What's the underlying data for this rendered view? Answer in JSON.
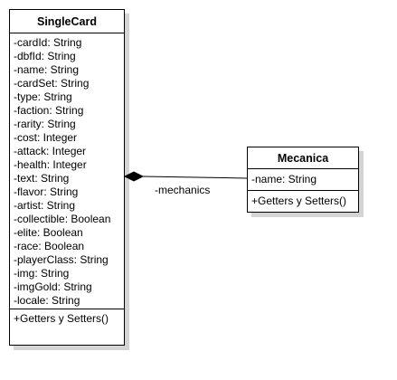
{
  "classes": [
    {
      "name": "SingleCard",
      "attributes": [
        "-cardId: String",
        "-dbfId: String",
        "-name: String",
        "-cardSet: String",
        "-type: String",
        "-faction: String",
        "-rarity: String",
        "-cost: Integer",
        "-attack: Integer",
        "-health: Integer",
        "-text: String",
        "-flavor: String",
        "-artist: String",
        "-collectible: Boolean",
        "-elite: Boolean",
        "-race: Boolean",
        "-playerClass: String",
        "-img: String",
        "-imgGold: String",
        "-locale: String"
      ],
      "operations": [
        "+Getters y Setters()"
      ]
    },
    {
      "name": "Mecanica",
      "attributes": [
        "-name: String"
      ],
      "operations": [
        "+Getters y Setters()"
      ]
    }
  ],
  "association": {
    "label": "-mechanics",
    "type": "composition"
  }
}
